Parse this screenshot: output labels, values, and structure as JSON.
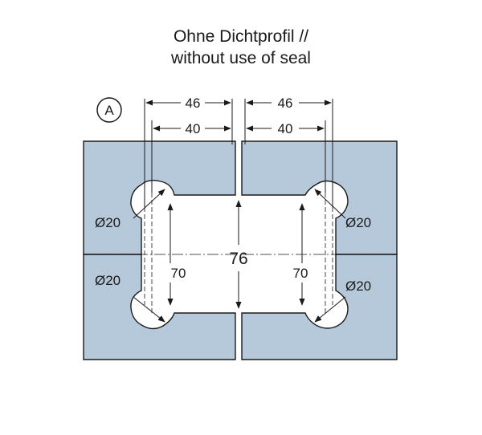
{
  "title": {
    "line1": "Ohne Dichtprofil //",
    "line2": "without use of seal"
  },
  "marker": {
    "label": "A"
  },
  "dimensions": {
    "top_outer_left": "46",
    "top_inner_left": "40",
    "top_outer_right": "46",
    "top_inner_right": "40",
    "center_height": "76",
    "left_height": "70",
    "right_height": "70",
    "hole_left_top": "Ø20",
    "hole_left_bottom": "Ø20",
    "hole_right_top": "Ø20",
    "hole_right_bottom": "Ø20"
  },
  "colors": {
    "glass_fill": "#b6c9db",
    "line": "#1a1a1a"
  }
}
